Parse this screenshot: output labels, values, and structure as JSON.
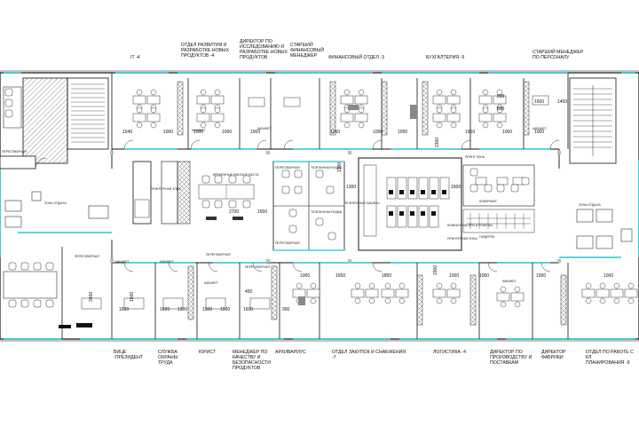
{
  "labels_top": [
    {
      "text": "IT -4"
    },
    {
      "text": "ОТДЕЛ РАЗВИТИЯ И\nРАЗРАБОТКЕ НОВЫХ\nПРОДУКТОВ -4"
    },
    {
      "text": "ДИРЕКТОР ПО\nИССЛЕДОВАНИЮ И\nРАЗРАБОТКЕ НОВЫХ\nПРОДУКТОВ"
    },
    {
      "text": "СТАРШИЙ\nФИНАНСОВЫЙ\nМЕНЕДЖЕР"
    },
    {
      "text": "ФИНАНСОВЫЙ ОТДЕЛ -3"
    },
    {
      "text": "БУХГАЛТЕРИЯ -9"
    },
    {
      "text": "СТАРШИЙ МЕНЕДЖЕР\nПО ПЕРСОНАЛУ"
    }
  ],
  "labels_bottom": [
    {
      "text": "ВИЦЕ\n-ПРЕЗИДЕНТ"
    },
    {
      "text": "СЛУЖБА\nОХРАНЫ\nТРУДА"
    },
    {
      "text": "ЮРИСТ"
    },
    {
      "text": "МЕНЕДЖЕР ПО\nКАЧЕСТВУ И\nБЕЗОПАСНОСТИ\nПРОДУКТОВ"
    },
    {
      "text": "АРХИВАРИУС"
    },
    {
      "text": "ОТДЕЛ ЗАКУПОК И СНАБЖЕНИЯ\n-7"
    },
    {
      "text": "ЛОГИСТИКА -4"
    },
    {
      "text": "ДИРЕКТОР ПО\nПРОИЗВОДСТВУ И\nПОСТАВКАМ"
    },
    {
      "text": "ДИРЕКТОР\nФАБРИКИ"
    },
    {
      "text": "ОТДЕЛ ПО РАБОТЕ С КЛ\nПЛАНИРОВАНИЯ -9"
    }
  ],
  "dims_top": [
    "1540",
    "1000",
    "1000",
    "1000",
    "1050",
    "1050",
    "1050",
    "1960",
    "1000",
    "1000",
    "2300",
    "1600",
    "1450",
    "800",
    "800",
    "1000"
  ],
  "dims_bottom": [
    "1600",
    "1600",
    "1300",
    "1500",
    "1300",
    "1600",
    "450",
    "900",
    "1000",
    "1650",
    "1850",
    "1000",
    "1000",
    "2300",
    "1000",
    "1000",
    "3400",
    "1500"
  ],
  "dims_center": [
    "2700",
    "1650",
    "1300",
    "1300",
    "1500"
  ],
  "room_labels": [
    "ПЕРЕГОВОРНАЯ",
    "ЗОНА ОТДЫХА",
    "ПЕРЕГОВОРНАЯ",
    "КАБИНЕТ",
    "КАБИНЕТ",
    "ТЕЛЕФОННАЯ БУДКА",
    "ТЕЛЕФОННАЯ БУДКА",
    "ПЕРЕГОВОРНАЯ",
    "ПЕРЕГОВОРНАЯ",
    "ПРИНТ ЗОНА",
    "ГАРДЕРОБ",
    "ЗОНА ОТДЫХА",
    "КОМНАТА МАТЕРИ И РЕБЕНКА",
    "ПРИНТЕРНАЯ ЗОНА",
    "КОВОРКИНГ",
    "КАБИНЕТ",
    "КАБИНЕТ",
    "КАБИНЕТ",
    "ПЕРЕГОВОРНАЯ",
    "ПЕРЕГОВОРНАЯ",
    "КАБИНЕТ",
    "КАБИНЕТ",
    "ВРЕМЕННЫЕ РАБОЧИЕ МЕСТА",
    "ПРИНТЕРНАЯ ЗОНА",
    "ПЕРЕГОВОРНАЯ",
    "ТЕЛЕФОННЫЕ КАБИНЫ"
  ],
  "colors": {
    "glass": "#22c7d4",
    "wall": "#111111",
    "line": "#333333",
    "furniture": "#555555",
    "dark_fill": "#888888"
  }
}
